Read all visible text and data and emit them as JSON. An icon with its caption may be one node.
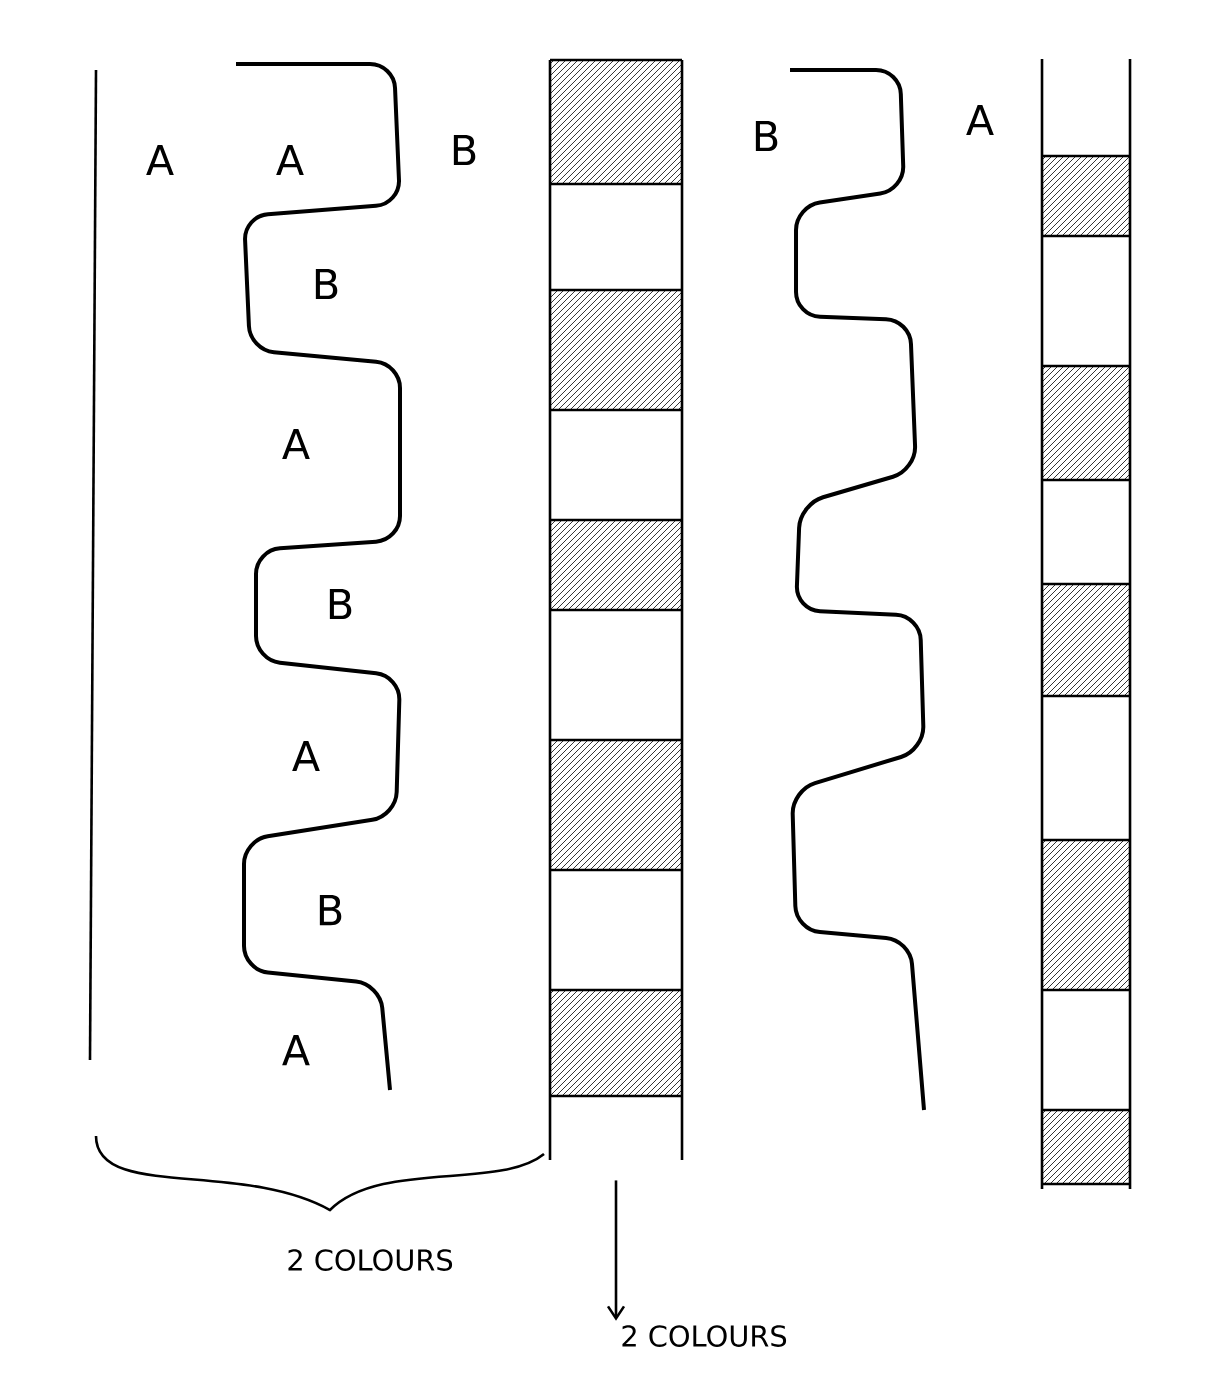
{
  "diagram": {
    "nodes": [
      {
        "text": [],
        "shape": "bar"
      },
      {
        "text": [],
        "shape": "bar"
      },
      {
        "text": [
          "2 COLOURS"
        ]
      }
    ],
    "edges": [
      {
        "from": 0,
        "to": 2,
        "arrow": "to"
      }
    ],
    "labels": [
      "A",
      "A",
      "B",
      "B",
      "A",
      "B",
      "A",
      "B",
      "A",
      "B",
      "A",
      "2 COLOURS"
    ]
  }
}
